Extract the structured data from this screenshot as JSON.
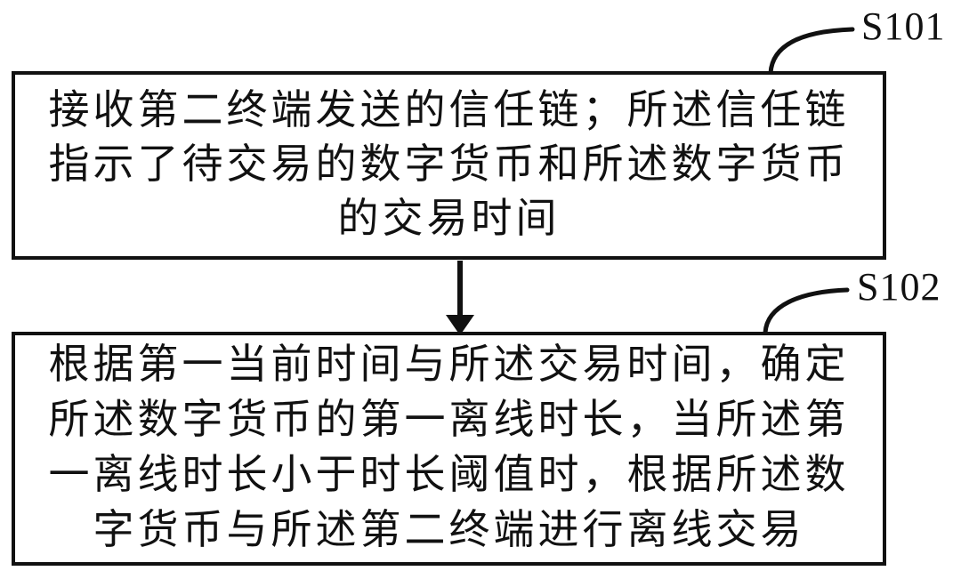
{
  "diagram": {
    "type": "flowchart",
    "background_color": "#ffffff",
    "line_color": "#111111",
    "steps": [
      {
        "label": "S101",
        "lines": [
          "接收第二终端发送的信任链；所述信任链",
          "指示了待交易的数字货币和所述数字货币",
          "的交易时间"
        ]
      },
      {
        "label": "S102",
        "lines": [
          "根据第一当前时间与所述交易时间，确定",
          "所述数字货币的第一离线时长，当所述第",
          "一离线时长小于时长阈值时，根据所述数",
          "字货币与所述第二终端进行离线交易"
        ]
      }
    ]
  }
}
